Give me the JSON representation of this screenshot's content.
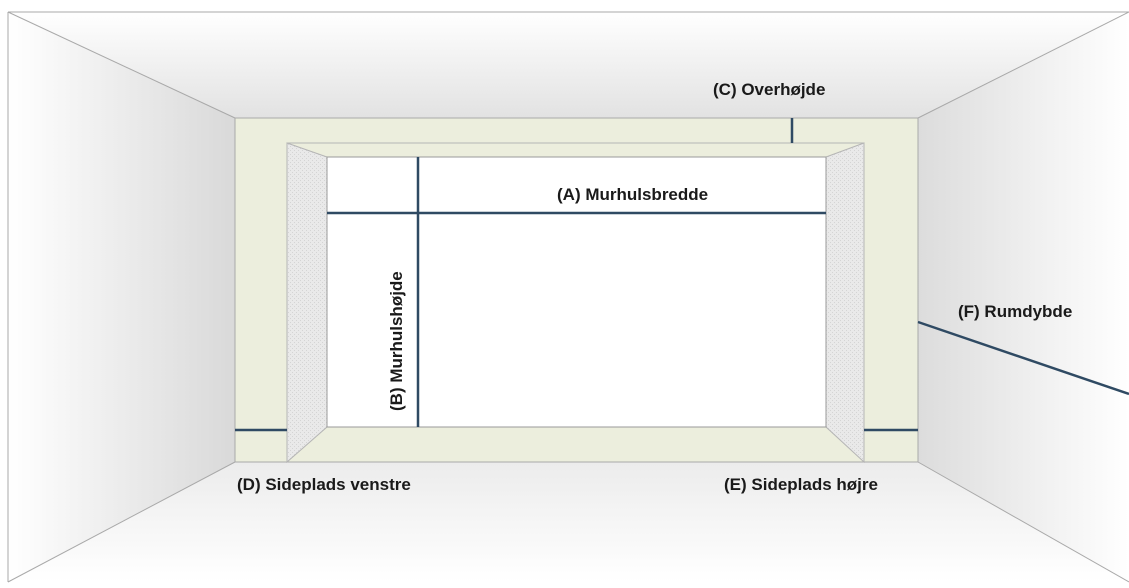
{
  "labels": {
    "a": "(A) Murhulsbredde",
    "b": "(B) Murhulshøjde",
    "c": "(C) Overhøjde",
    "d": "(D) Sideplads venstre",
    "e": "(E) Sideplads højre",
    "f": "(F) Rumdybde"
  },
  "colors": {
    "wall_frame": "#eceedd",
    "measure_line": "#2f4a63",
    "outline": "#a9a9a9",
    "door_reveal": "#e6e6e6",
    "opening": "#ffffff"
  }
}
